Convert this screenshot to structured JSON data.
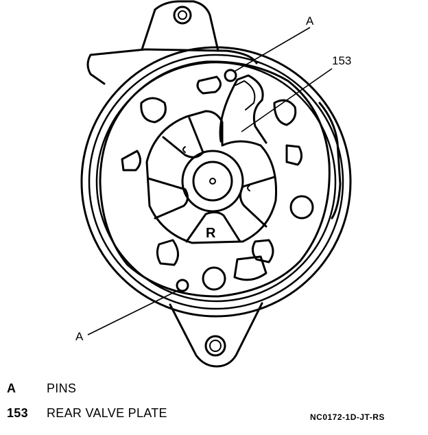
{
  "diagram": {
    "callouts": [
      {
        "id": "A",
        "label": "A"
      },
      {
        "id": "153",
        "label": "153"
      },
      {
        "id": "A",
        "label": "A"
      }
    ],
    "stamp": "R"
  },
  "legend": {
    "items": [
      {
        "key": "A",
        "text": "PINS"
      },
      {
        "key": "153",
        "text": "REAR VALVE PLATE"
      }
    ],
    "figure_code": "NC0172-1D-JT-RS"
  }
}
